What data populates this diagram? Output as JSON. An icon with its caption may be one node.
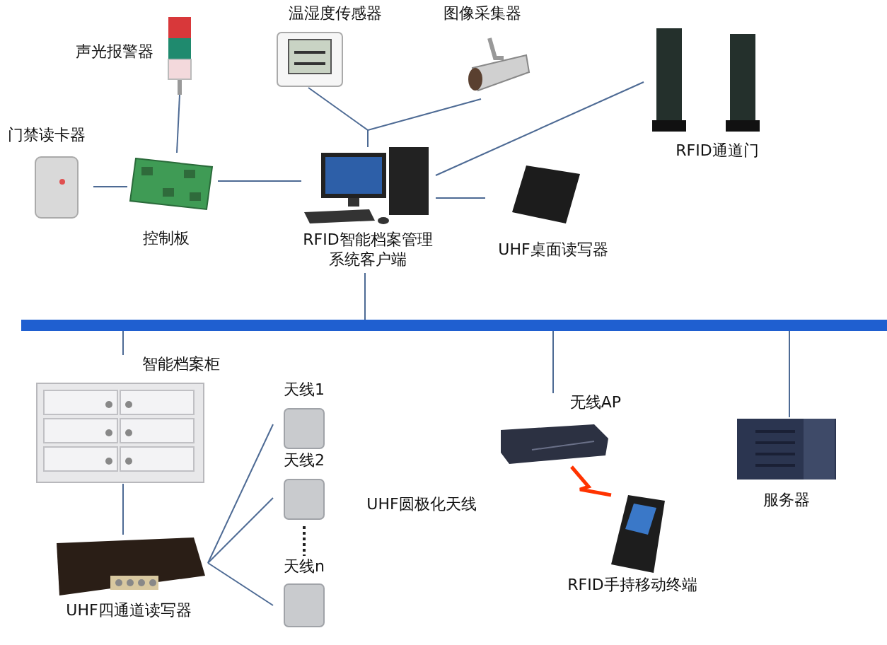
{
  "diagram": {
    "nodes": [
      {
        "text": [
          "声光报警器"
        ]
      },
      {
        "text": [
          "温湿度传感器"
        ]
      },
      {
        "text": [
          "图像采集器"
        ]
      },
      {
        "text": [
          "门禁读卡器"
        ]
      },
      {
        "text": [
          "控制板"
        ]
      },
      {
        "text": [
          "RFID智能档案管理系统客户端"
        ]
      },
      {
        "text": [
          "RFID通道门"
        ]
      },
      {
        "text": [
          "UHF桌面读写器"
        ]
      },
      {
        "text": [],
        "shape": "bar"
      },
      {
        "text": [
          "智能档案柜"
        ]
      },
      {
        "text": [
          "天线1"
        ]
      },
      {
        "text": [
          "天线2"
        ]
      },
      {
        "text": [
          "天线n"
        ]
      },
      {
        "text": [
          "UHF四通道读写器"
        ]
      },
      {
        "text": [
          "无线AP"
        ]
      },
      {
        "text": [
          "RFID手持移动终端"
        ]
      },
      {
        "text": [
          "服务器"
        ]
      }
    ],
    "edges": [
      {
        "from": 0,
        "to": 4,
        "arrow": "none"
      },
      {
        "from": 3,
        "to": 4,
        "arrow": "none"
      },
      {
        "from": 4,
        "to": 5,
        "arrow": "none"
      },
      {
        "from": 1,
        "to": 5,
        "arrow": "none"
      },
      {
        "from": 2,
        "to": 5,
        "arrow": "none"
      },
      {
        "from": 5,
        "to": 6,
        "arrow": "none"
      },
      {
        "from": 5,
        "to": 7,
        "arrow": "none"
      },
      {
        "from": 5,
        "to": 8,
        "arrow": "none"
      },
      {
        "from": 8,
        "to": 9,
        "arrow": "none"
      },
      {
        "from": 9,
        "to": 13,
        "arrow": "none"
      },
      {
        "from": 13,
        "to": 10,
        "arrow": "none"
      },
      {
        "from": 13,
        "to": 11,
        "arrow": "none"
      },
      {
        "from": 13,
        "to": 12,
        "arrow": "none"
      },
      {
        "from": 8,
        "to": 14,
        "arrow": "none"
      },
      {
        "from": 8,
        "to": 16,
        "arrow": "none"
      },
      {
        "from": 14,
        "to": 15,
        "arrow": "none",
        "style": "thick",
        "color": "#ff3300"
      }
    ],
    "labels": [
      "UHF圆极化天线"
    ]
  }
}
